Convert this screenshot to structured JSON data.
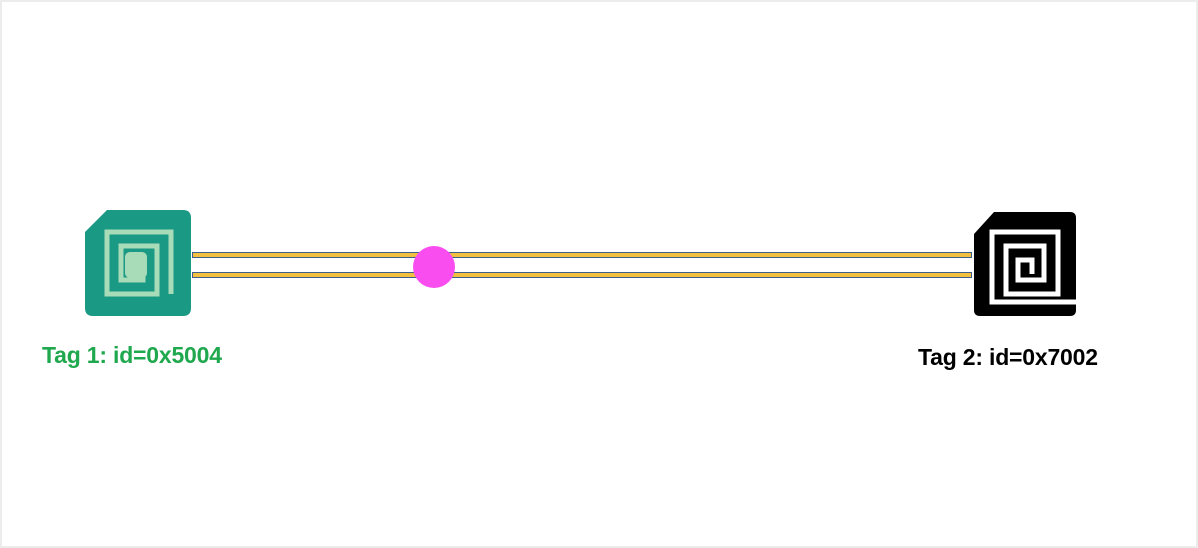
{
  "tag1": {
    "label": "Tag 1: id=0x5004",
    "icon": "nfc-tag-icon",
    "color": "#1a9985",
    "inner_color": "#a8dcb8",
    "label_color": "#1fa84d"
  },
  "tag2": {
    "label": "Tag 2: id=0x7002",
    "icon": "nfc-tag-icon",
    "color": "#000000",
    "inner_color": "#ffffff",
    "label_color": "#000000"
  },
  "rails": {
    "fill_color": "#f2c040",
    "border_color": "#3e5f8a"
  },
  "marker": {
    "color": "#f94df0",
    "position_fraction": 0.31
  }
}
